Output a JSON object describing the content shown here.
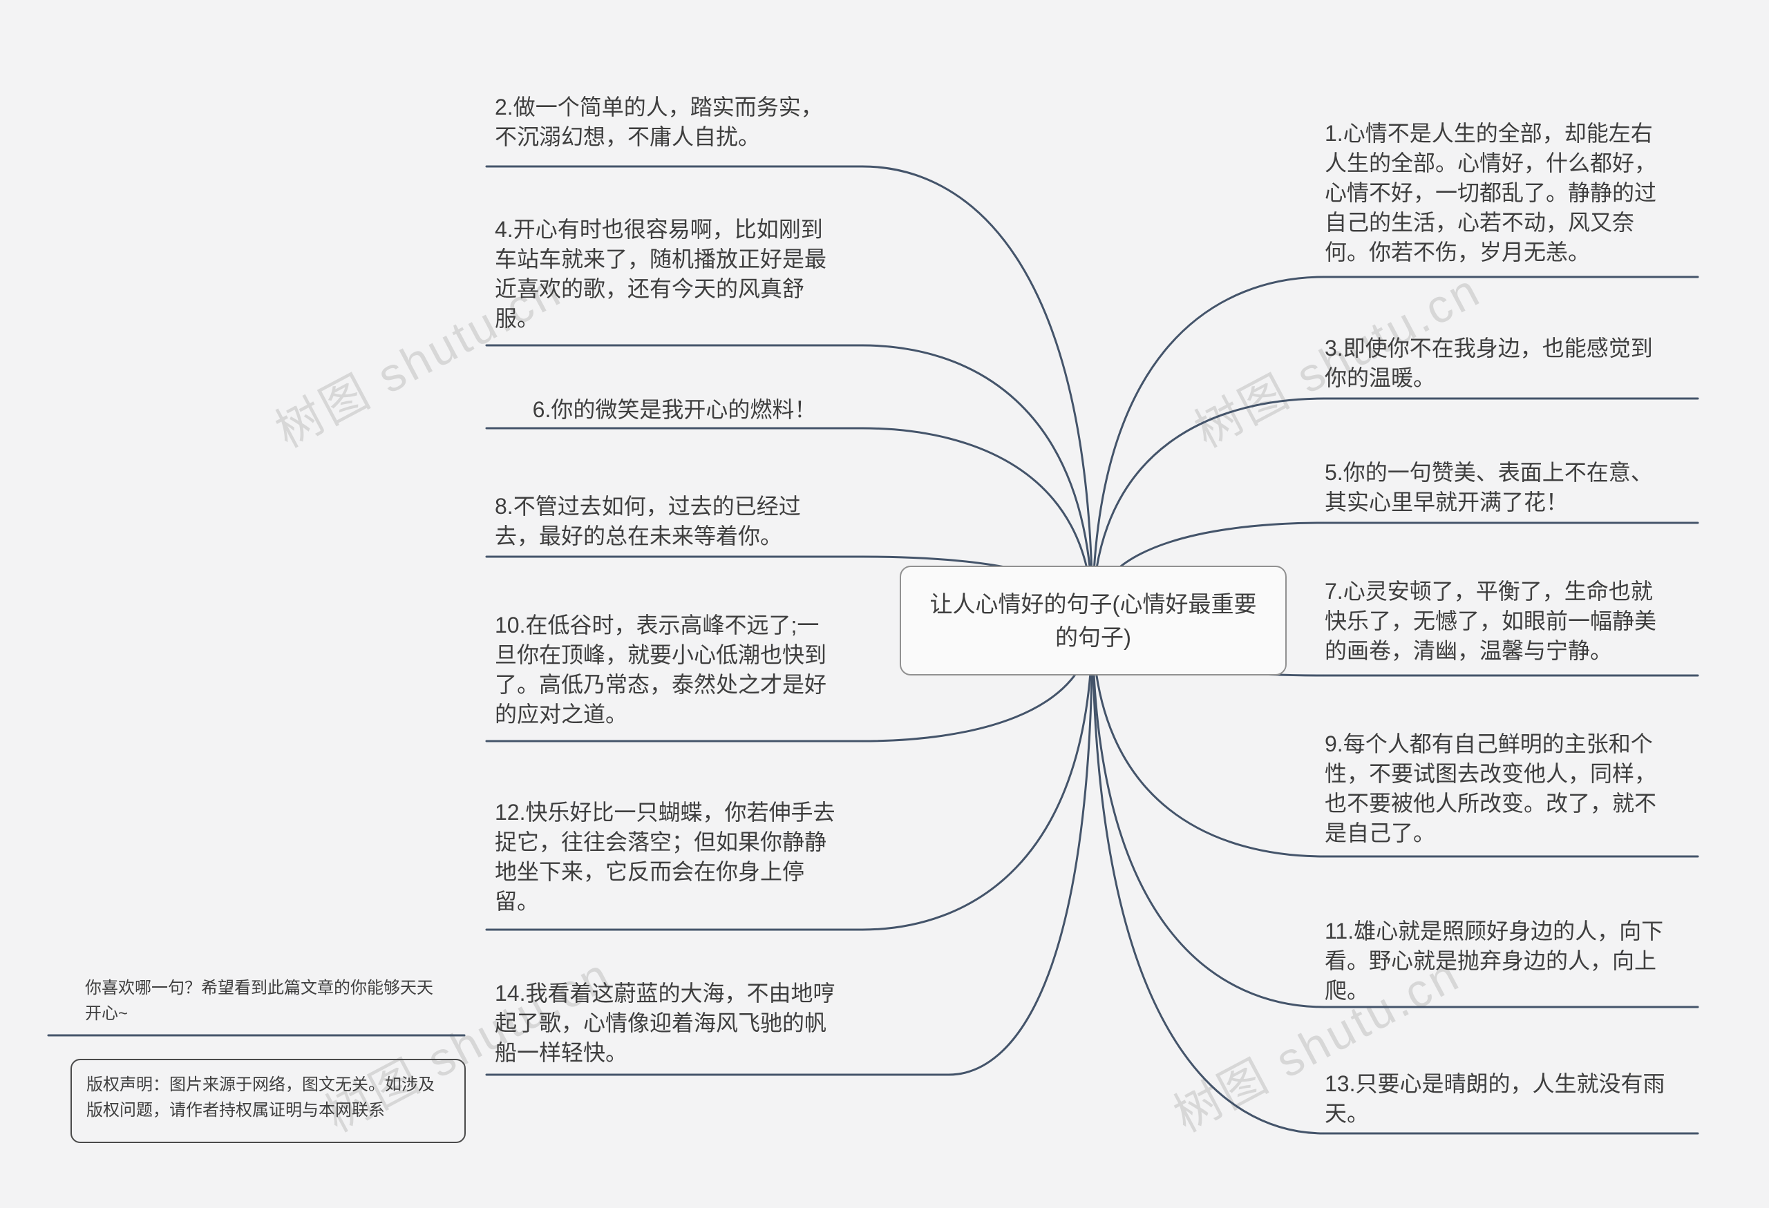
{
  "colors": {
    "background": "#f3f3f4",
    "line": "#44546a",
    "text": "#3e3e3e",
    "node_border": "#919191",
    "node_background": "#fafafa",
    "watermark": "#bfbfbf"
  },
  "center": {
    "title": "让人心情好的句子(心情好最重要的句子)"
  },
  "left_items": [
    "2.做一个简单的人，踏实而务实，不沉溺幻想，不庸人自扰。",
    "4.开心有时也很容易啊，比如刚到车站车就来了，随机播放正好是最近喜欢的歌，还有今天的风真舒服。",
    "6.你的微笑是我开心的燃料！",
    "8.不管过去如何，过去的已经过去，最好的总在未来等着你。",
    "10.在低谷时，表示高峰不远了;一旦你在顶峰，就要小心低潮也快到了。高低乃常态，泰然处之才是好的应对之道。",
    "12.快乐好比一只蝴蝶，你若伸手去捉它，往往会落空；但如果你静静地坐下来，它反而会在你身上停留。",
    "14.我看着这蔚蓝的大海，不由地哼起了歌，心情像迎着海风飞驰的帆船一样轻快。"
  ],
  "right_items": [
    "1.心情不是人生的全部，却能左右人生的全部。心情好，什么都好，心情不好，一切都乱了。静静的过自己的生活，心若不动，风又奈何。你若不伤，岁月无恙。",
    "3.即使你不在我身边，也能感觉到你的温暖。",
    "5.你的一句赞美、表面上不在意、其实心里早就开满了花！",
    "7.心灵安顿了，平衡了，生命也就快乐了，无憾了，如眼前一幅静美的画卷，清幽，温馨与宁静。",
    "9.每个人都有自己鲜明的主张和个性，不要试图去改变他人，同样，也不要被他人所改变。改了，就不是自己了。",
    "11.雄心就是照顾好身边的人，向下看。野心就是抛弃身边的人，向上爬。",
    "13.只要心是晴朗的，人生就没有雨天。"
  ],
  "notes": {
    "question": "你喜欢哪一句？希望看到此篇文章的你能够天天开心~",
    "copyright": "版权声明：图片来源于网络，图文无关。如涉及版权问题，请作者持权属证明与本网联系"
  },
  "watermark": {
    "text": "树图 shutu.cn"
  }
}
